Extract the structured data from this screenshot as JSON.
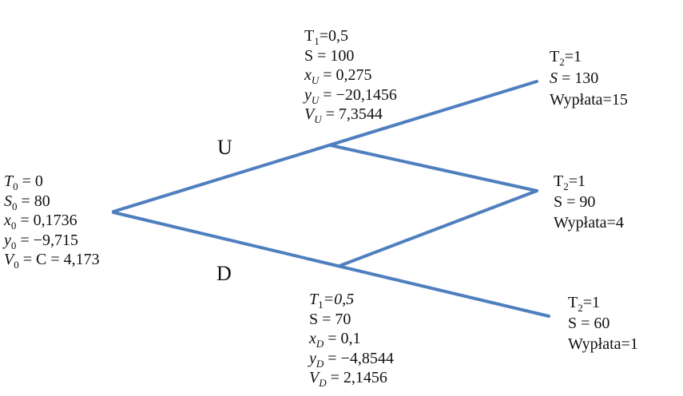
{
  "colors": {
    "edge": "#4f7fbf",
    "text": "#111111"
  },
  "branches": {
    "up": "U",
    "down": "D"
  },
  "nodes": {
    "root": {
      "lines": [
        {
          "var": "T",
          "sub": "0",
          "value": " = 0",
          "italic": true
        },
        {
          "var": "S",
          "sub": "0",
          "value": " = 80",
          "italic": true
        },
        {
          "var": "x",
          "sub": "0",
          "value": " = 0,1736",
          "italic": true
        },
        {
          "var": "y",
          "sub": "0",
          "value": " = −9,715",
          "italic": true
        },
        {
          "var": "V",
          "sub": "0",
          "value": " = C = 4,173",
          "italic": true
        }
      ]
    },
    "up": {
      "lines": [
        {
          "var": "T",
          "sub": "1",
          "value": "=0,5",
          "italic": false
        },
        {
          "var": "S",
          "sub": "",
          "value": " = 100",
          "italic": false
        },
        {
          "var": "x",
          "sub": "U",
          "value": " = 0,275",
          "italic": true
        },
        {
          "var": "y",
          "sub": "U",
          "value": " = −20,1456",
          "italic": true
        },
        {
          "var": "V",
          "sub": "U",
          "value": " = 7,3544",
          "italic": true
        }
      ]
    },
    "down": {
      "lines": [
        {
          "var": "T",
          "sub": "1",
          "value": "=0,5",
          "italic": true
        },
        {
          "var": "S",
          "sub": "",
          "value": " = 70",
          "italic": false
        },
        {
          "var": "x",
          "sub": "D",
          "value": " = 0,1",
          "italic": true
        },
        {
          "var": "y",
          "sub": "D",
          "value": " = −4,8544",
          "italic": true
        },
        {
          "var": "V",
          "sub": "D",
          "value": " = 2,1456",
          "italic": true
        }
      ]
    },
    "uu": {
      "lines": [
        {
          "var": "T",
          "sub": "2",
          "value": "=1",
          "italic": false
        },
        {
          "var": "S",
          "sub": "",
          "value": " = 130",
          "italic": true
        },
        {
          "var": "Wypłata=15",
          "sub": "",
          "value": "",
          "italic": false
        }
      ]
    },
    "ud": {
      "lines": [
        {
          "var": "T",
          "sub": "2",
          "value": "=1",
          "italic": false
        },
        {
          "var": "S",
          "sub": "",
          "value": " = 90",
          "italic": false
        },
        {
          "var": "Wypłata=4",
          "sub": "",
          "value": "",
          "italic": false
        }
      ]
    },
    "dd": {
      "lines": [
        {
          "var": "T",
          "sub": "2",
          "value": "=1",
          "italic": false
        },
        {
          "var": "S",
          "sub": "",
          "value": " = 60",
          "italic": false
        },
        {
          "var": "Wypłata=1",
          "sub": "",
          "value": "",
          "italic": false
        }
      ]
    }
  }
}
